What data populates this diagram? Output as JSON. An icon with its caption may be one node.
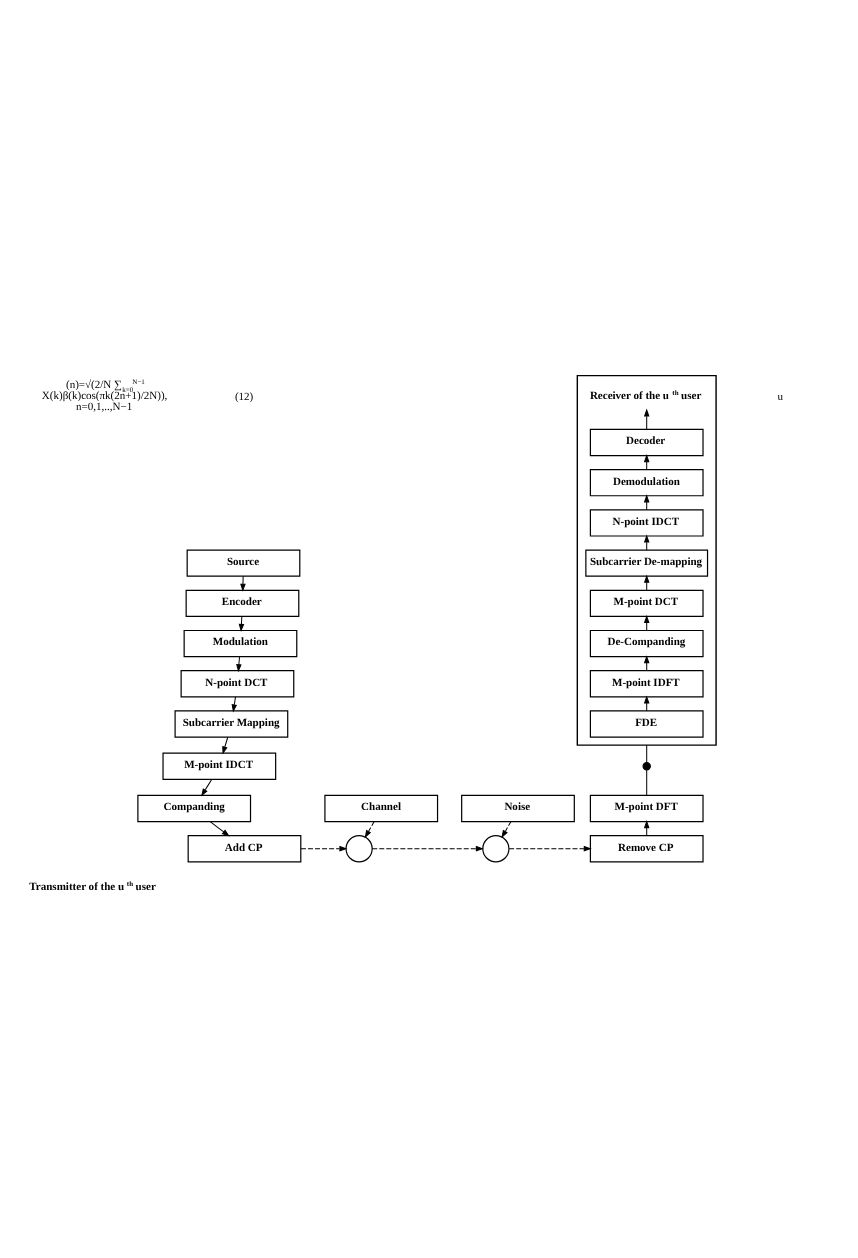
{
  "diagram": {
    "caption": "Transmitter of the u$^{th}$ user",
    "nodes": [
      {
        "text": [],
        "shape": "box"
      },
      {
        "text": [
          "Receiver of the u$^{th}$ user"
        ],
        "in": 0
      },
      {
        "text": [
          "Decoder"
        ],
        "in": 0
      },
      {
        "text": [
          "Demodulation"
        ],
        "in": 0
      },
      {
        "text": [
          "N-point IDCT"
        ],
        "in": 0
      },
      {
        "text": [
          "Subcarrier De-mapping"
        ],
        "in": 0
      },
      {
        "text": [
          "M-point DCT"
        ],
        "in": 0
      },
      {
        "text": [
          "De-Companding"
        ],
        "in": 0
      },
      {
        "text": [
          "M-point IDFT"
        ],
        "in": 0
      },
      {
        "text": [
          "FDE"
        ],
        "in": 0
      },
      {
        "text": [
          "Source"
        ]
      },
      {
        "text": [
          "Encoder"
        ]
      },
      {
        "text": [
          "Modulation"
        ]
      },
      {
        "text": [
          "N-point DCT"
        ]
      },
      {
        "text": [
          "Subcarrier Mapping"
        ]
      },
      {
        "text": [
          "M-point IDCT"
        ]
      },
      {
        "text": [],
        "shape": "switch"
      },
      {
        "text": [
          "Channel"
        ]
      },
      {
        "text": [
          "Noise"
        ]
      },
      {
        "text": [
          "Companding"
        ]
      },
      {
        "text": [
          "M-point DFT"
        ]
      },
      {
        "text": [
          "Add CP"
        ]
      },
      {
        "text": [],
        "shape": "circle"
      },
      {
        "text": [],
        "shape": "circle"
      },
      {
        "text": [
          "Remove CP"
        ]
      }
    ],
    "edges": [
      {
        "from": 10,
        "to": 11,
        "arrow": "to"
      },
      {
        "from": 11,
        "to": 12,
        "arrow": "to"
      },
      {
        "from": 12,
        "to": 13,
        "arrow": "to"
      },
      {
        "from": 13,
        "to": 14,
        "arrow": "to"
      },
      {
        "from": 14,
        "to": 15,
        "arrow": "to"
      },
      {
        "from": 15,
        "to": 19,
        "arrow": "to"
      },
      {
        "from": 19,
        "to": 21,
        "arrow": "to"
      },
      {
        "from": 21,
        "to": 22,
        "arrow": "to",
        "style": "dashed"
      },
      {
        "from": 17,
        "to": 22,
        "arrow": "to",
        "style": "dashed"
      },
      {
        "from": 22,
        "to": 23,
        "arrow": "to",
        "style": "dashed"
      },
      {
        "from": 18,
        "to": 23,
        "arrow": "to",
        "style": "dashed"
      },
      {
        "from": 23,
        "to": 24,
        "arrow": "to",
        "style": "dashed"
      },
      {
        "from": 24,
        "to": 20,
        "arrow": "to"
      },
      {
        "from": 20,
        "to": 16,
        "arrow": "none"
      },
      {
        "from": 16,
        "to": 0,
        "arrow": "none"
      },
      {
        "from": 9,
        "to": 8,
        "arrow": "to"
      },
      {
        "from": 8,
        "to": 7,
        "arrow": "to"
      },
      {
        "from": 7,
        "to": 6,
        "arrow": "to"
      },
      {
        "from": 6,
        "to": 5,
        "arrow": "to"
      },
      {
        "from": 5,
        "to": 4,
        "arrow": "to"
      },
      {
        "from": 4,
        "to": 3,
        "arrow": "to"
      },
      {
        "from": 3,
        "to": 2,
        "arrow": "to"
      },
      {
        "from": 2,
        "to": 1,
        "arrow": "to"
      }
    ],
    "labels": [
      "(n)=√(2/N ∑$_{k=0}$$^{N−1}$ X(k)β(k)cos(πk(2n+1)/2N)), n=0,1,..,N−1",
      "(12)",
      "u"
    ]
  }
}
